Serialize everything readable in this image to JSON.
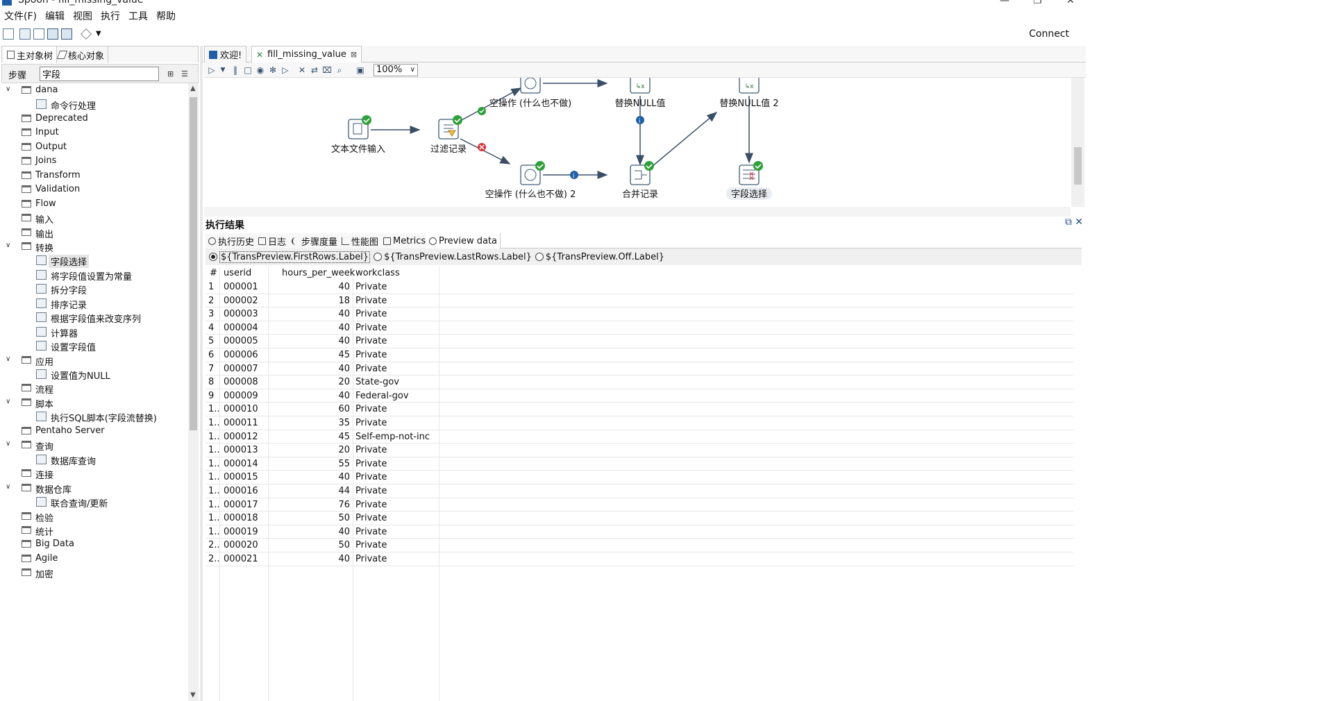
{
  "window": {
    "title": "Spoon - fill_missing_value",
    "controls": [
      "—",
      "❐",
      "✕"
    ]
  },
  "menu": [
    "文件(F)",
    "编辑",
    "视图",
    "执行",
    "工具",
    "帮助"
  ],
  "toolbar": {
    "connect": "Connect"
  },
  "left_panel": {
    "tabs": [
      "主对象树",
      "核心对象"
    ],
    "search_label": "步骤",
    "search_value": "字段",
    "tree": [
      {
        "label": "dana",
        "type": "folder",
        "expanded": true
      },
      {
        "label": "命令行处理",
        "type": "step"
      },
      {
        "label": "Deprecated",
        "type": "folder"
      },
      {
        "label": "Input",
        "type": "folder"
      },
      {
        "label": "Output",
        "type": "folder"
      },
      {
        "label": "Joins",
        "type": "folder"
      },
      {
        "label": "Transform",
        "type": "folder"
      },
      {
        "label": "Validation",
        "type": "folder"
      },
      {
        "label": "Flow",
        "type": "folder"
      },
      {
        "label": "输入",
        "type": "folder"
      },
      {
        "label": "输出",
        "type": "folder"
      },
      {
        "label": "转换",
        "type": "folder",
        "expanded": true
      },
      {
        "label": "字段选择",
        "type": "step",
        "selected": true
      },
      {
        "label": "将字段值设置为常量",
        "type": "step"
      },
      {
        "label": "拆分字段",
        "type": "step"
      },
      {
        "label": "排序记录",
        "type": "step"
      },
      {
        "label": "根据字段值来改变序列",
        "type": "step"
      },
      {
        "label": "计算器",
        "type": "step"
      },
      {
        "label": "设置字段值",
        "type": "step"
      },
      {
        "label": "应用",
        "type": "folder",
        "expanded": true
      },
      {
        "label": "设置值为NULL",
        "type": "step"
      },
      {
        "label": "流程",
        "type": "folder"
      },
      {
        "label": "脚本",
        "type": "folder",
        "expanded": true
      },
      {
        "label": "执行SQL脚本(字段流替换)",
        "type": "step"
      },
      {
        "label": "Pentaho Server",
        "type": "folder"
      },
      {
        "label": "查询",
        "type": "folder",
        "expanded": true
      },
      {
        "label": "数据库查询",
        "type": "step"
      },
      {
        "label": "连接",
        "type": "folder"
      },
      {
        "label": "数据仓库",
        "type": "folder",
        "expanded": true
      },
      {
        "label": "联合查询/更新",
        "type": "step"
      },
      {
        "label": "检验",
        "type": "folder"
      },
      {
        "label": "统计",
        "type": "folder"
      },
      {
        "label": "Big Data",
        "type": "folder"
      },
      {
        "label": "Agile",
        "type": "folder"
      },
      {
        "label": "加密",
        "type": "folder"
      }
    ]
  },
  "editor": {
    "tabs": [
      {
        "label": "欢迎!"
      },
      {
        "label": "fill_missing_value",
        "active": true
      }
    ],
    "zoom": "100%",
    "steps": {
      "text_input": "文本文件输入",
      "filter": "过滤记录",
      "noop1": "空操作 (什么也不做)",
      "noop2": "空操作 (什么也不做) 2",
      "replace_null": "替换NULL值",
      "replace_null2": "替换NULL值 2",
      "merge": "合并记录",
      "select_fields": "字段选择"
    }
  },
  "results": {
    "title": "执行结果",
    "tabs": [
      "执行历史",
      "日志",
      "步骤度量",
      "性能图",
      "Metrics",
      "Preview data"
    ],
    "active_tab": "Preview data",
    "radios": [
      "${TransPreview.FirstRows.Label}",
      "${TransPreview.LastRows.Label}",
      "${TransPreview.Off.Label}"
    ],
    "columns": [
      "#",
      "userid",
      "hours_per_week",
      "workclass"
    ],
    "rows": [
      [
        "1",
        "000001",
        "40",
        "Private"
      ],
      [
        "2",
        "000002",
        "18",
        "Private"
      ],
      [
        "3",
        "000003",
        "40",
        "Private"
      ],
      [
        "4",
        "000004",
        "40",
        "Private"
      ],
      [
        "5",
        "000005",
        "40",
        "Private"
      ],
      [
        "6",
        "000006",
        "45",
        "Private"
      ],
      [
        "7",
        "000007",
        "40",
        "Private"
      ],
      [
        "8",
        "000008",
        "20",
        "State-gov"
      ],
      [
        "9",
        "000009",
        "40",
        "Federal-gov"
      ],
      [
        "1..",
        "000010",
        "60",
        "Private"
      ],
      [
        "1..",
        "000011",
        "35",
        "Private"
      ],
      [
        "1..",
        "000012",
        "45",
        "Self-emp-not-inc"
      ],
      [
        "1..",
        "000013",
        "20",
        "Private"
      ],
      [
        "1..",
        "000014",
        "55",
        "Private"
      ],
      [
        "1..",
        "000015",
        "40",
        "Private"
      ],
      [
        "1..",
        "000016",
        "44",
        "Private"
      ],
      [
        "1..",
        "000017",
        "76",
        "Private"
      ],
      [
        "1..",
        "000018",
        "50",
        "Private"
      ],
      [
        "1..",
        "000019",
        "40",
        "Private"
      ],
      [
        "2..",
        "000020",
        "50",
        "Private"
      ],
      [
        "2..",
        "000021",
        "40",
        "Private"
      ]
    ]
  }
}
